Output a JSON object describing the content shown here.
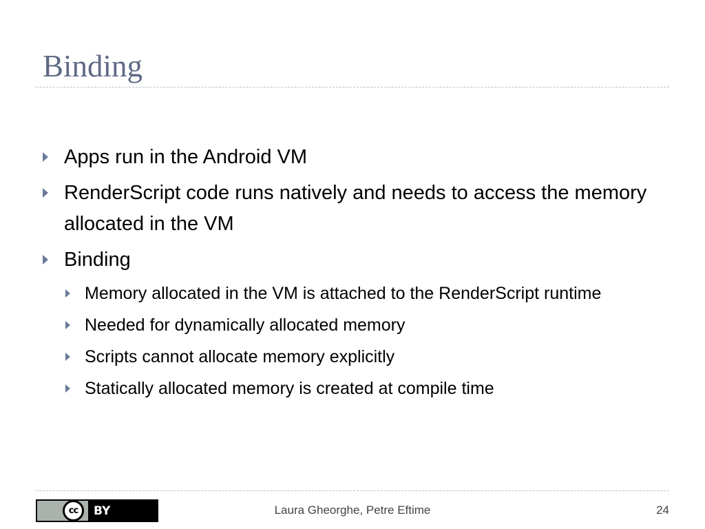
{
  "slide": {
    "title": "Binding",
    "bullets": [
      "Apps run in the Android VM",
      "RenderScript code runs natively and needs to access the memory allocated in the VM",
      "Binding"
    ],
    "sub_bullets": [
      "Memory allocated in the VM is attached to the RenderScript runtime",
      "Needed for dynamically allocated memory",
      "Scripts cannot allocate memory explicitly",
      "Statically allocated memory is created at compile time"
    ]
  },
  "footer": {
    "license_cc": "cc",
    "license_by": "BY",
    "authors": "Laura Gheorghe, Petre Eftime",
    "page_number": "24"
  },
  "colors": {
    "title": "#5f6a85",
    "bullet_marker": "#6c7a9a",
    "rule": "#b8c3d0"
  },
  "icons": {
    "bullet": "triangle-right-icon",
    "license": "creative-commons-by-icon"
  }
}
